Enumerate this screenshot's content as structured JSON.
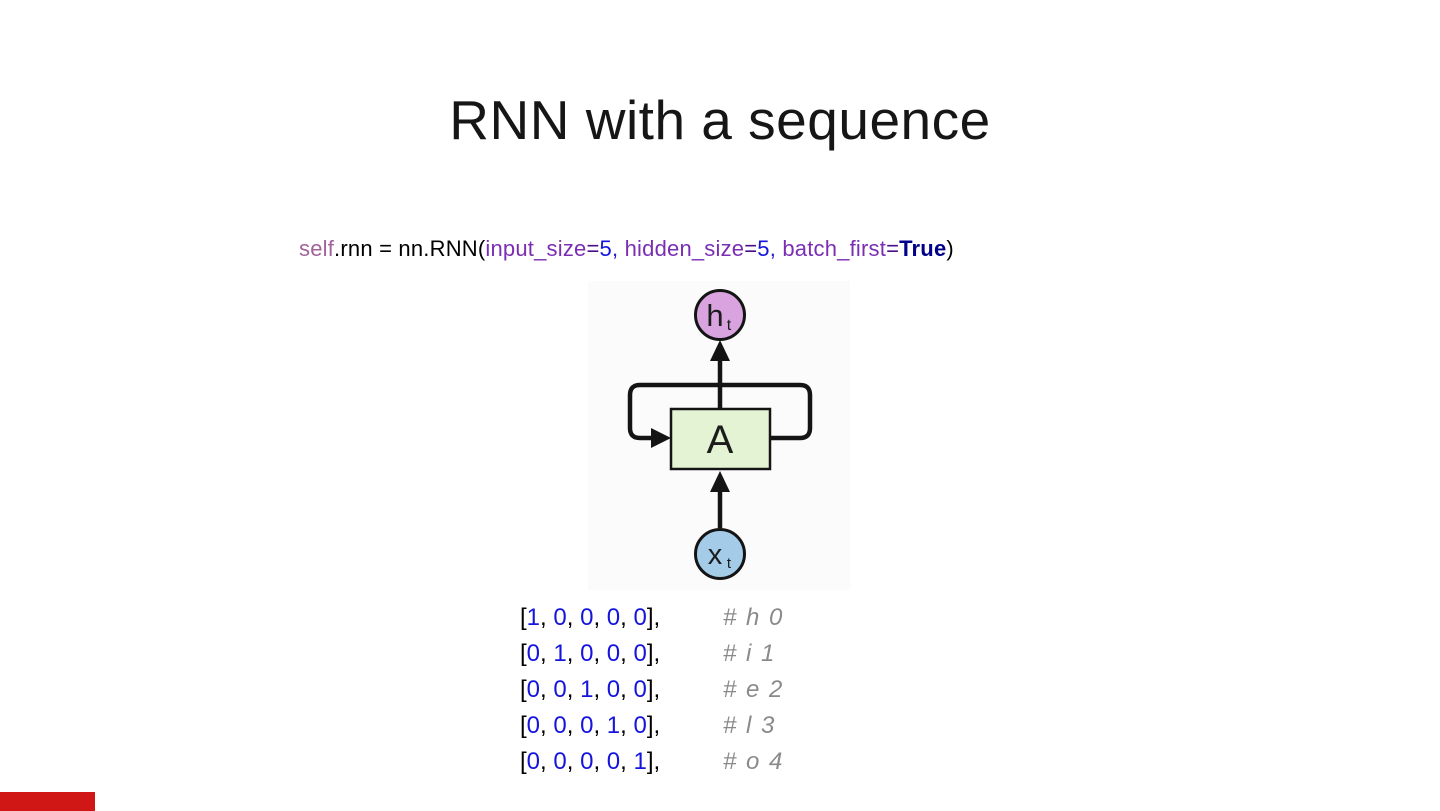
{
  "title": "RNN with a sequence",
  "code_tokens": [
    {
      "t": "self",
      "c": "self"
    },
    {
      "t": ".rnn = nn.RNN(",
      "c": "plain"
    },
    {
      "t": "input_size",
      "c": "kw"
    },
    {
      "t": "=",
      "c": "op"
    },
    {
      "t": "5",
      "c": "num"
    },
    {
      "t": ", ",
      "c": "comma"
    },
    {
      "t": "hidden_size",
      "c": "kw"
    },
    {
      "t": "=",
      "c": "op"
    },
    {
      "t": "5",
      "c": "num"
    },
    {
      "t": ", ",
      "c": "comma"
    },
    {
      "t": "batch_first",
      "c": "kw"
    },
    {
      "t": "=",
      "c": "op"
    },
    {
      "t": "True",
      "c": "bool"
    },
    {
      "t": ")",
      "c": "plain"
    }
  ],
  "diagram": {
    "hidden_label": "h",
    "hidden_sub": "t",
    "cell_label": "A",
    "input_label": "x",
    "input_sub": "t"
  },
  "vectors": [
    {
      "cells": [
        "1",
        "0",
        "0",
        "0",
        "0"
      ],
      "comment": "# h 0"
    },
    {
      "cells": [
        "0",
        "1",
        "0",
        "0",
        "0"
      ],
      "comment": "# i 1"
    },
    {
      "cells": [
        "0",
        "0",
        "1",
        "0",
        "0"
      ],
      "comment": "# e 2"
    },
    {
      "cells": [
        "0",
        "0",
        "0",
        "1",
        "0"
      ],
      "comment": "# l 3"
    },
    {
      "cells": [
        "0",
        "0",
        "0",
        "0",
        "1"
      ],
      "comment": "# o 4"
    }
  ],
  "colors": {
    "title": "#161616",
    "self": "#A2639B",
    "keyword": "#7B2EB3",
    "operator": "#4A0D86",
    "number": "#1414DD",
    "comma": "#2121C8",
    "plain": "#000000",
    "boolean": "#00008B",
    "vector_punctuation": "#000000",
    "comment": "#8A8A8A",
    "diagram_background": "#FBFBFB",
    "diagram_stroke": "#141414",
    "hidden_fill": "#D9A3E0",
    "cell_fill": "#E4F3D3",
    "input_fill": "#A4CBE8",
    "diagram_text": "#1C1C1C",
    "progress": "#D01716"
  }
}
